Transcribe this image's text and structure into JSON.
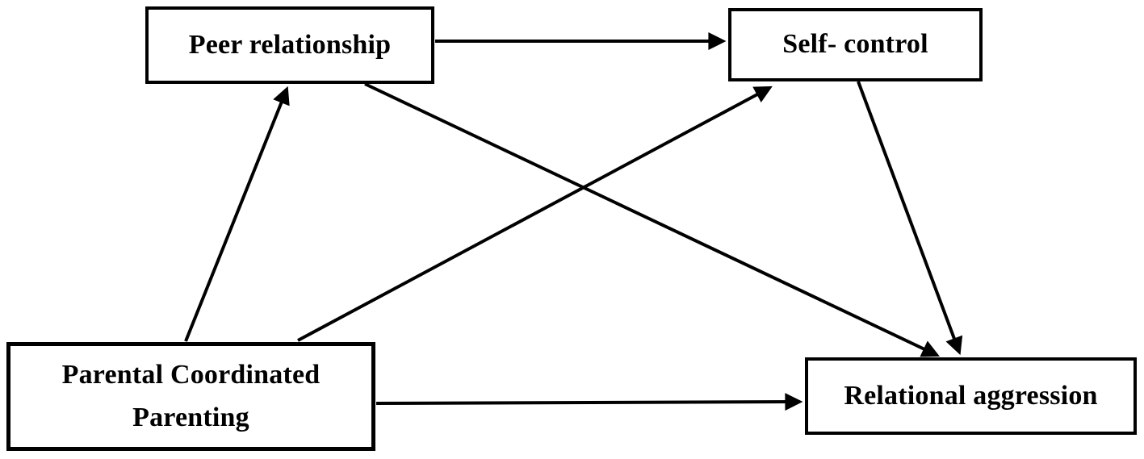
{
  "diagram": {
    "type": "path-diagram",
    "background_color": "#ffffff",
    "stroke_color": "#000000",
    "text_color": "#000000",
    "nodes": [
      {
        "id": "peer-relationship",
        "label": "Peer relationship"
      },
      {
        "id": "self-control",
        "label": "Self- control"
      },
      {
        "id": "parental-coordinated-parenting",
        "label": "Parental Coordinated Parenting"
      },
      {
        "id": "relational-aggression",
        "label": "Relational aggression"
      }
    ],
    "edges": [
      {
        "from": "peer-relationship",
        "to": "self-control"
      },
      {
        "from": "parental-coordinated-parenting",
        "to": "peer-relationship"
      },
      {
        "from": "parental-coordinated-parenting",
        "to": "self-control"
      },
      {
        "from": "peer-relationship",
        "to": "relational-aggression"
      },
      {
        "from": "self-control",
        "to": "relational-aggression"
      },
      {
        "from": "parental-coordinated-parenting",
        "to": "relational-aggression"
      }
    ]
  }
}
